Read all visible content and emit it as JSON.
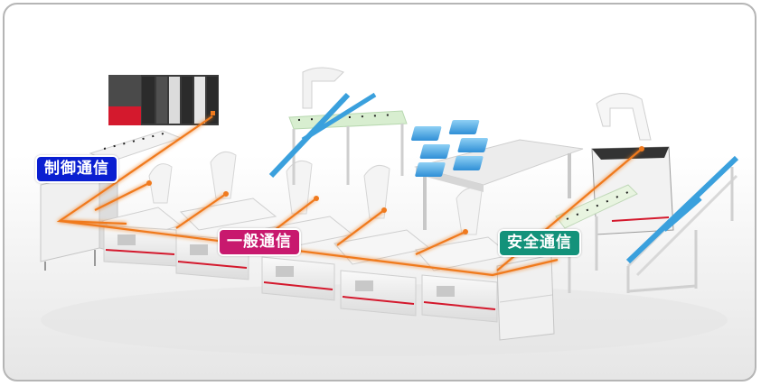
{
  "diagram": {
    "title": "",
    "labels": {
      "control": {
        "text": "制御通信",
        "color": "#0a1fd1"
      },
      "general": {
        "text": "一般通信",
        "color": "#c8196e"
      },
      "safety": {
        "text": "安全通信",
        "color": "#13927a"
      }
    },
    "network_line_color": "#f07a1e",
    "equipment": [
      {
        "name": "plc-controller",
        "type": "PLC rack"
      },
      {
        "name": "parts-feeder-rack",
        "type": "conveyor rack with robot"
      },
      {
        "name": "workbench-with-bins",
        "type": "table",
        "bin_count": 6
      },
      {
        "name": "collaborative-robot-cell",
        "type": "cobot"
      },
      {
        "name": "robot-cell-1",
        "type": "SCARA/vertical robot cell"
      },
      {
        "name": "robot-cell-2",
        "type": "vertical robot cell"
      },
      {
        "name": "robot-cell-3",
        "type": "vertical robot cell"
      },
      {
        "name": "robot-cell-4",
        "type": "vertical robot cell"
      },
      {
        "name": "flow-rack",
        "type": "gravity flow rack"
      }
    ]
  }
}
